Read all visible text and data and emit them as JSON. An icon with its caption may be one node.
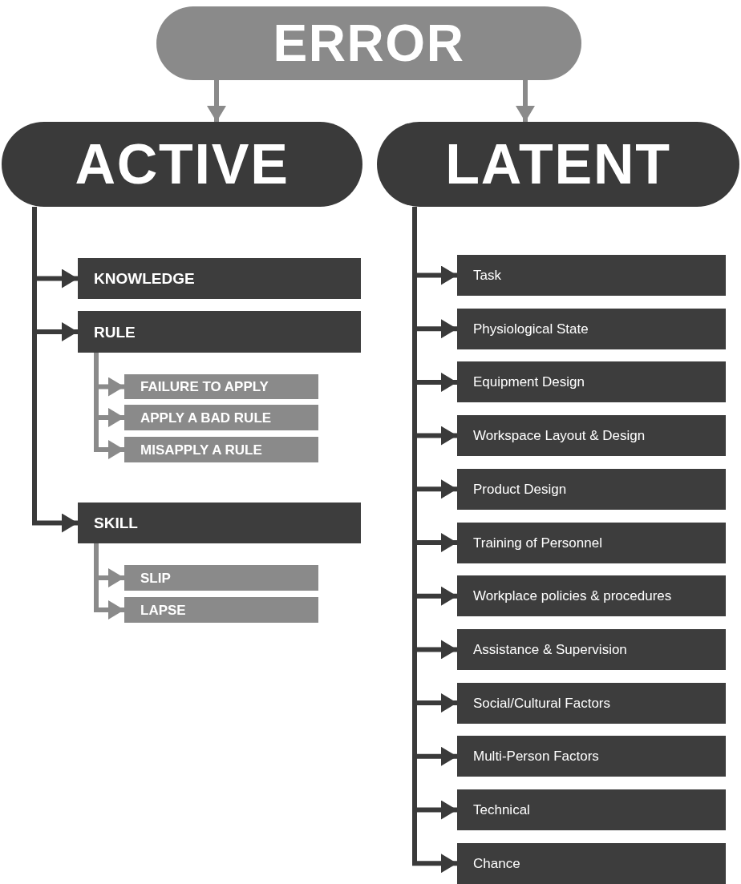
{
  "diagram": {
    "nodes": [
      {
        "text": [
          "ERROR"
        ]
      },
      {
        "text": [
          "ACTIVE"
        ]
      },
      {
        "text": [
          "LATENT"
        ]
      },
      {
        "text": [
          "KNOWLEDGE"
        ]
      },
      {
        "text": [
          "RULE"
        ]
      },
      {
        "text": [
          "FAILURE TO APPLY"
        ]
      },
      {
        "text": [
          "APPLY A BAD RULE"
        ]
      },
      {
        "text": [
          "MISAPPLY A RULE"
        ]
      },
      {
        "text": [
          "SKILL"
        ]
      },
      {
        "text": [
          "SLIP"
        ]
      },
      {
        "text": [
          "LAPSE"
        ]
      },
      {
        "text": [
          "Task"
        ]
      },
      {
        "text": [
          "Physiological State"
        ]
      },
      {
        "text": [
          "Equipment Design"
        ]
      },
      {
        "text": [
          "Workspace Layout & Design"
        ]
      },
      {
        "text": [
          "Product Design"
        ]
      },
      {
        "text": [
          "Training of Personnel"
        ]
      },
      {
        "text": [
          "Workplace policies & procedures"
        ]
      },
      {
        "text": [
          "Assistance & Supervision"
        ]
      },
      {
        "text": [
          "Social/Cultural Factors"
        ]
      },
      {
        "text": [
          "Multi-Person Factors"
        ]
      },
      {
        "text": [
          "Technical"
        ]
      },
      {
        "text": [
          "Chance"
        ]
      }
    ],
    "edges": [
      {
        "from": 0,
        "to": 1,
        "arrow": "to",
        "color": "#8a8a8a"
      },
      {
        "from": 0,
        "to": 2,
        "arrow": "to",
        "color": "#8a8a8a"
      },
      {
        "from": 1,
        "to": 3,
        "arrow": "to"
      },
      {
        "from": 1,
        "to": 4,
        "arrow": "to"
      },
      {
        "from": 4,
        "to": 5,
        "arrow": "to",
        "color": "#8a8a8a"
      },
      {
        "from": 4,
        "to": 6,
        "arrow": "to",
        "color": "#8a8a8a"
      },
      {
        "from": 4,
        "to": 7,
        "arrow": "to",
        "color": "#8a8a8a"
      },
      {
        "from": 1,
        "to": 8,
        "arrow": "to"
      },
      {
        "from": 8,
        "to": 9,
        "arrow": "to",
        "color": "#8a8a8a"
      },
      {
        "from": 8,
        "to": 10,
        "arrow": "to",
        "color": "#8a8a8a"
      },
      {
        "from": 2,
        "to": 11,
        "arrow": "to"
      },
      {
        "from": 2,
        "to": 12,
        "arrow": "to"
      },
      {
        "from": 2,
        "to": 13,
        "arrow": "to"
      },
      {
        "from": 2,
        "to": 14,
        "arrow": "to"
      },
      {
        "from": 2,
        "to": 15,
        "arrow": "to"
      },
      {
        "from": 2,
        "to": 16,
        "arrow": "to"
      },
      {
        "from": 2,
        "to": 17,
        "arrow": "to"
      },
      {
        "from": 2,
        "to": 18,
        "arrow": "to"
      },
      {
        "from": 2,
        "to": 19,
        "arrow": "to"
      },
      {
        "from": 2,
        "to": 20,
        "arrow": "to"
      },
      {
        "from": 2,
        "to": 21,
        "arrow": "to"
      },
      {
        "from": 2,
        "to": 22,
        "arrow": "to"
      }
    ]
  }
}
